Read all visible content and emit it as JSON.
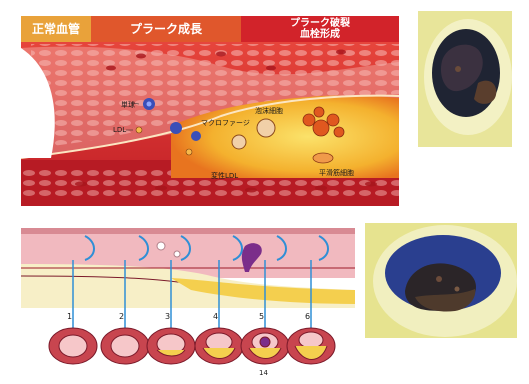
{
  "top_panel": {
    "stages": [
      {
        "label": "正常血管",
        "color": "#e9a23a"
      },
      {
        "label": "プラーク成長",
        "color": "#e0572c"
      },
      {
        "label": "プラーク破裂\n血栓形成",
        "color": "#d2232a"
      }
    ],
    "labels": {
      "a": "単球",
      "b": "LDL",
      "c": "マクロファージ",
      "d": "泡沫細胞",
      "e": "変性LDL",
      "f": "平滑筋細胞"
    }
  },
  "bottom_panel": {
    "steps": [
      "1",
      "2",
      "3",
      "4",
      "5",
      "6"
    ],
    "footer": "14"
  },
  "colors": {
    "vessel_red": "#d8262d",
    "plaque_yellow": "#f5c43a",
    "lumen_pink": "#f3c6c6",
    "photo_bg": "#e9e7a2",
    "ring_blue": "#2f8fd6"
  }
}
